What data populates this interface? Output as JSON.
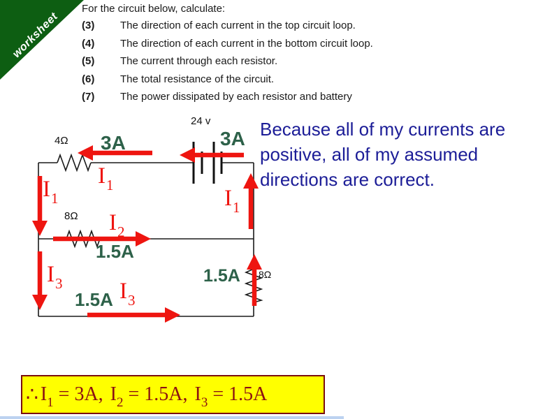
{
  "banner": {
    "label": "worksheet"
  },
  "questions": {
    "intro": "For the circuit below, calculate:",
    "items": [
      {
        "num": "(3)",
        "text": "The direction of each current in the top circuit loop."
      },
      {
        "num": "(4)",
        "text": "The direction of each current in the bottom circuit loop."
      },
      {
        "num": "(5)",
        "text": "The current through each resistor."
      },
      {
        "num": "(6)",
        "text": "The total resistance of the circuit."
      },
      {
        "num": "(7)",
        "text": "The power dissipated by each resistor and battery"
      }
    ]
  },
  "circuit": {
    "battery_label": "24 v",
    "resistor_top_label": "4Ω",
    "resistor_mid_label": "8Ω",
    "resistor_right_label": "8Ω",
    "current_values": {
      "top": "3A",
      "battery": "3A",
      "mid": "1.5A",
      "bottom": "1.5A",
      "right": "1.5A"
    },
    "current_names": {
      "i1": {
        "base": "I",
        "sub": "1"
      },
      "i2": {
        "base": "I",
        "sub": "2"
      },
      "i3": {
        "base": "I",
        "sub": "3"
      }
    }
  },
  "note": {
    "lines": [
      "Because all of my currents are",
      "positive, all of my assumed",
      "directions are correct."
    ]
  },
  "conclusion": {
    "therefore": "∴",
    "items": [
      {
        "base": "I",
        "sub": "1",
        "value": "= 3A,"
      },
      {
        "base": "I",
        "sub": "2",
        "value": "= 1.5A,"
      },
      {
        "base": "I",
        "sub": "3",
        "value": "= 1.5A"
      }
    ]
  },
  "colors": {
    "arrow_red": "#ee1510",
    "current_green": "#2d6149",
    "note_navy": "#1c1d97",
    "conclusion_maroon": "#8b1212",
    "banner_green": "#0d5e12",
    "box_yellow": "#ffff00",
    "box_border": "#7a0e0e"
  }
}
